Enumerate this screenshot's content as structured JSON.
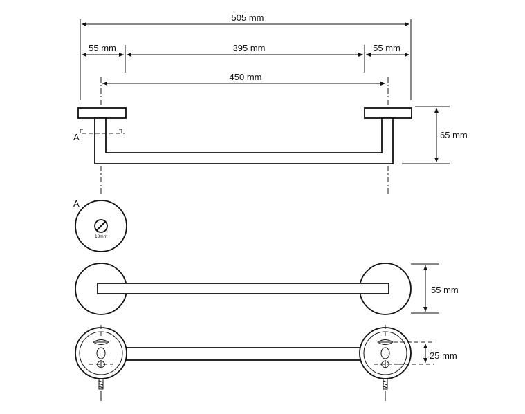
{
  "dimensions": {
    "overall_width": "505 mm",
    "left_rosette": "55 mm",
    "bar_span": "395 mm",
    "right_rosette": "55 mm",
    "center_distance": "450 mm",
    "projection": "65 mm",
    "rosette_diameter": "55 mm",
    "hole_spacing": "25 mm"
  },
  "section": {
    "marker": "A",
    "view_label": "A",
    "bar_diameter": "18mm"
  }
}
